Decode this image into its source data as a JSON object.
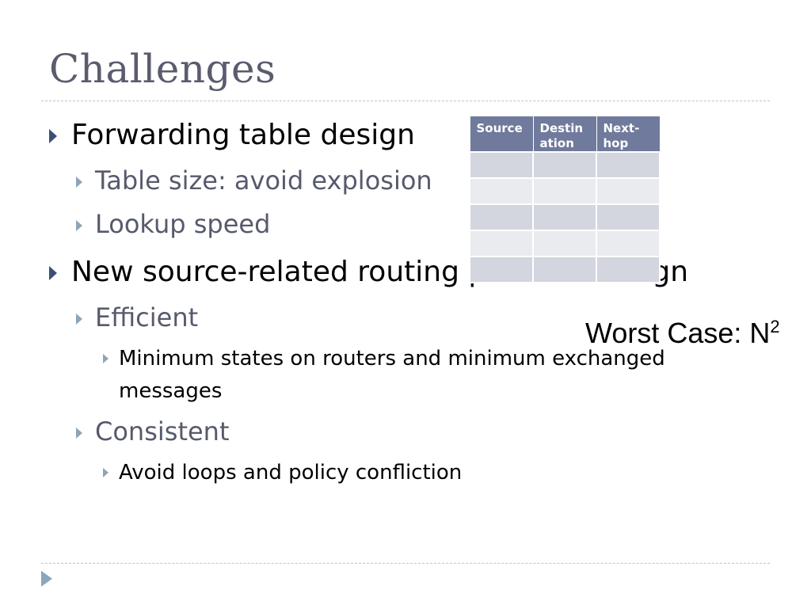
{
  "slide": {
    "title": "Challenges",
    "bullets": {
      "b1": "Forwarding table design",
      "b1_1": "Table size: avoid explosion",
      "b1_2": "Lookup speed",
      "b2": "New source-related routing protocol design",
      "b2_1": "Efficient",
      "b2_1_1": "Minimum states on routers and minimum exchanged messages",
      "b2_2": "Consistent",
      "b2_2_1": "Avoid loops and policy confliction"
    },
    "table": {
      "headers": [
        "Source",
        "Destin ation",
        "Next- hop"
      ],
      "empty_rows": 5
    },
    "worst_case": {
      "text": "Worst Case: N",
      "exponent": "2"
    }
  },
  "colors": {
    "title": "#5a5c6e",
    "header_bg": "#707a9c",
    "row_dark": "#d3d6df",
    "row_light": "#eaebef",
    "arrow_l1": "#3d4f79",
    "arrow_l2": "#8da5b8"
  }
}
